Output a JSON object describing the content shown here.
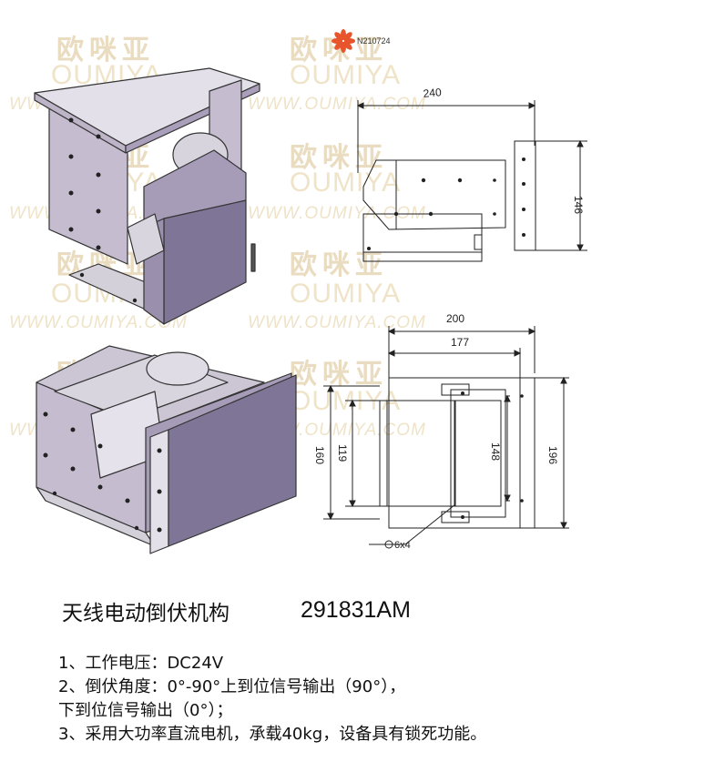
{
  "watermark": {
    "brand_cn": "欧咪亚",
    "brand_en": "OUMIYA",
    "url": "WWW.OUMIYA.COM"
  },
  "logo": {
    "code": "N210724",
    "color": "#e8542b"
  },
  "drawing_top": {
    "width_dim": "240",
    "height_dim": "146"
  },
  "drawing_bottom": {
    "overall_width_dim": "200",
    "inner_width_dim": "177",
    "outer_height_dim": "196",
    "left_outer_dim": "160",
    "left_inner_dim": "119",
    "center_dim": "148",
    "hole_spec": "6x4"
  },
  "product": {
    "title": "天线电动倒伏机构",
    "model": "291831AM"
  },
  "specs": [
    "1、工作电压：DC24V",
    "2、倒伏角度：0°-90°上到位信号输出（90°），",
    "下到位信号输出（0°）；",
    "3、采用大功率直流电机，承载40kg，设备具有锁死功能。"
  ]
}
